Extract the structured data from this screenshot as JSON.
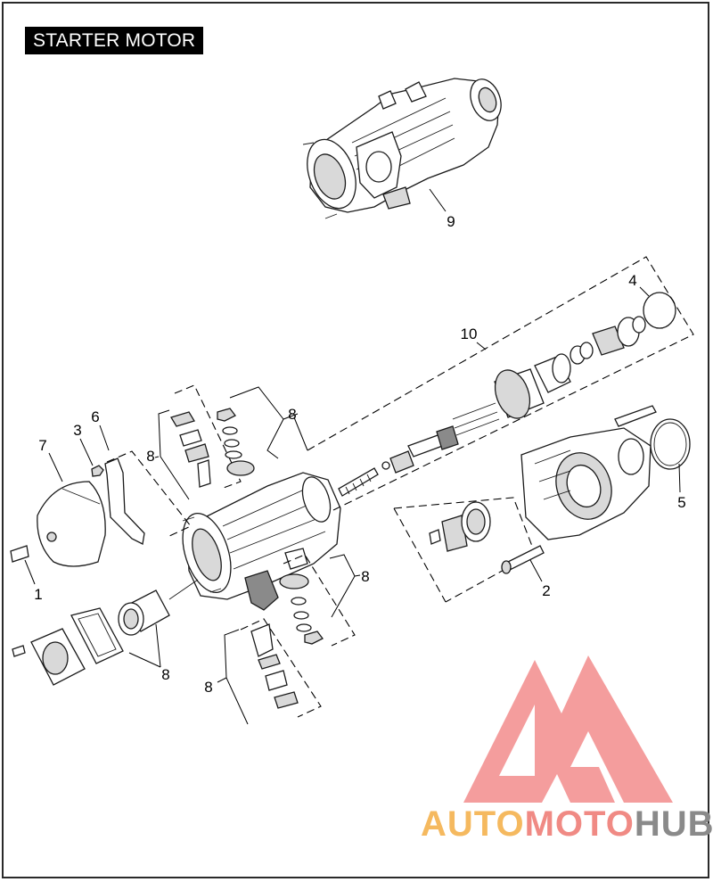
{
  "title": "STARTER MOTOR",
  "callouts": [
    "1",
    "2",
    "3",
    "4",
    "5",
    "6",
    "7",
    "8",
    "9",
    "10"
  ],
  "watermark": {
    "part1": "AUTO",
    "part2": "MOTO",
    "part3": "HUB",
    "colors": {
      "auto": "#f5b95f",
      "moto": "#f08a84",
      "hub": "#8a8a8a",
      "logo": "#f07c7c"
    }
  }
}
